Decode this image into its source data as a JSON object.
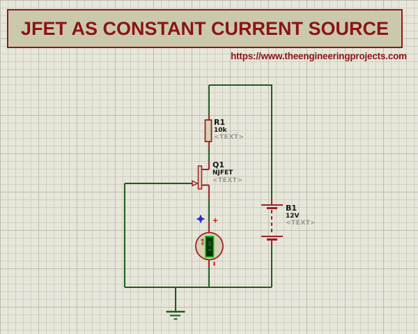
{
  "banner": {
    "title": "JFET AS CONSTANT CURRENT SOURCE"
  },
  "link": {
    "url": "https://www.theengineeringprojects.com"
  },
  "colors": {
    "canvas_bg": "#e7e6da",
    "banner_bg": "#cbc9ad",
    "title_red": "#8b1414",
    "wire_green": "#1d5c1d",
    "component_red": "#9b2121",
    "component_fill": "#d6d3b6",
    "label_black": "#141414",
    "placeholder_gray": "#9a9a90",
    "display_border_green": "#00cc00",
    "display_bg_green": "#07300d",
    "marker_blue": "#2233cc"
  },
  "components": {
    "resistor": {
      "ref": "R1",
      "value": "10k",
      "text": "<TEXT>"
    },
    "jfet": {
      "ref": "Q1",
      "value": "NJFET",
      "text": "<TEXT>"
    },
    "battery": {
      "ref": "B1",
      "value": "12V",
      "text": "<TEXT>"
    },
    "ammeter": {
      "plus": "+",
      "unit": "mA",
      "reading": "0.00"
    }
  }
}
